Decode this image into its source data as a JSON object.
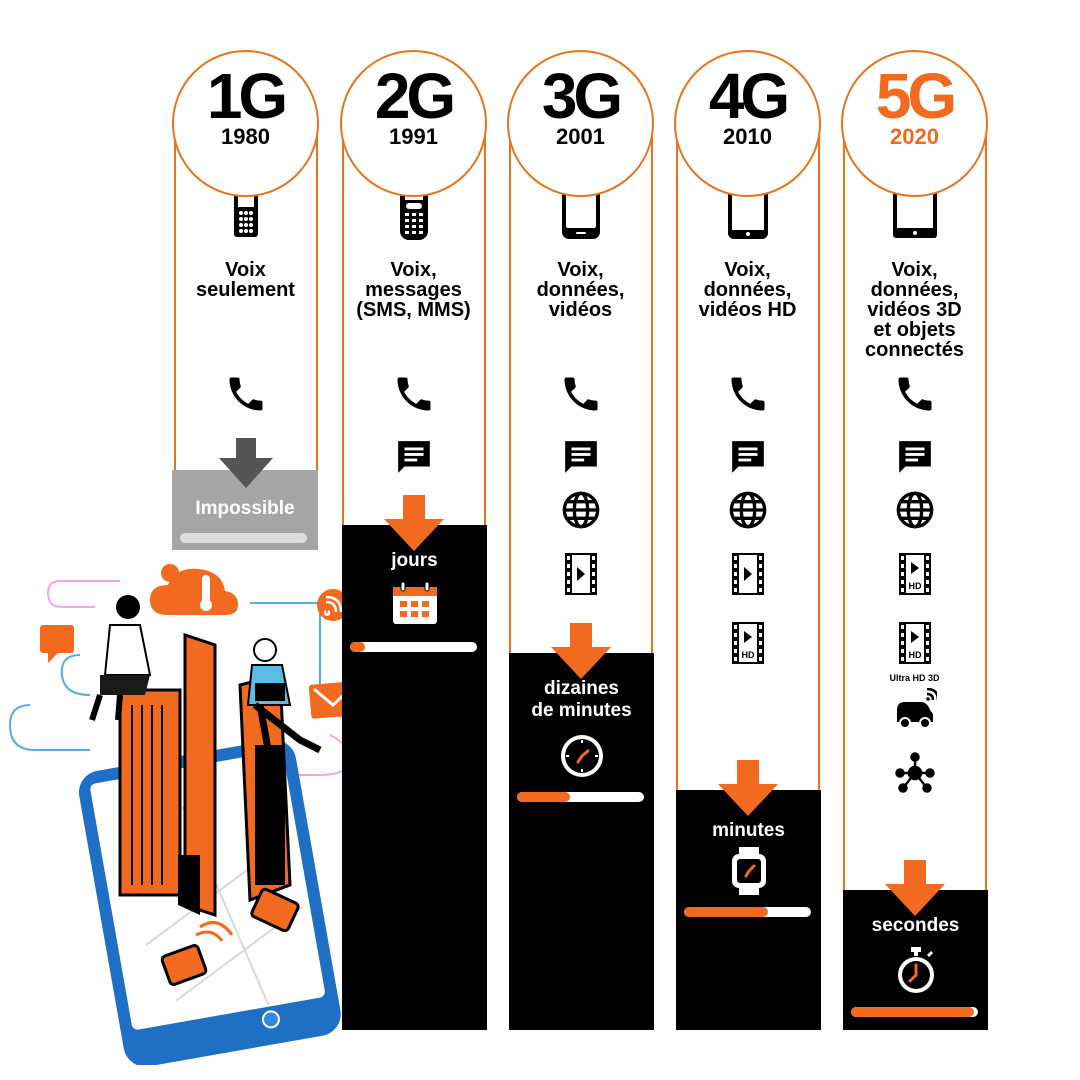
{
  "columns": [
    {
      "gen": "1G",
      "year": "1980",
      "features": "Voix\nseulement",
      "speed": "Impossible",
      "progress": 0
    },
    {
      "gen": "2G",
      "year": "1991",
      "features": "Voix,\nmessages\n(SMS, MMS)",
      "speed": "jours",
      "progress": 0.12
    },
    {
      "gen": "3G",
      "year": "2001",
      "features": "Voix,\ndonnées,\nvidéos",
      "speed": "dizaines\nde minutes",
      "progress": 0.42
    },
    {
      "gen": "4G",
      "year": "2010",
      "features": "Voix,\ndonnées,\nvidéos HD",
      "speed": "minutes",
      "progress": 0.66
    },
    {
      "gen": "5G",
      "year": "2020",
      "features": "Voix,\ndonnées,\nvidéos 3D\net objets\nconnectés",
      "speed": "secondes",
      "progress": 0.97
    }
  ],
  "labels": {
    "uhd": "Ultra HD 3D",
    "hd": "HD"
  },
  "colors": {
    "accent": "#f26a1f",
    "panel": "#000000",
    "impossible": "#a5a5a5"
  }
}
